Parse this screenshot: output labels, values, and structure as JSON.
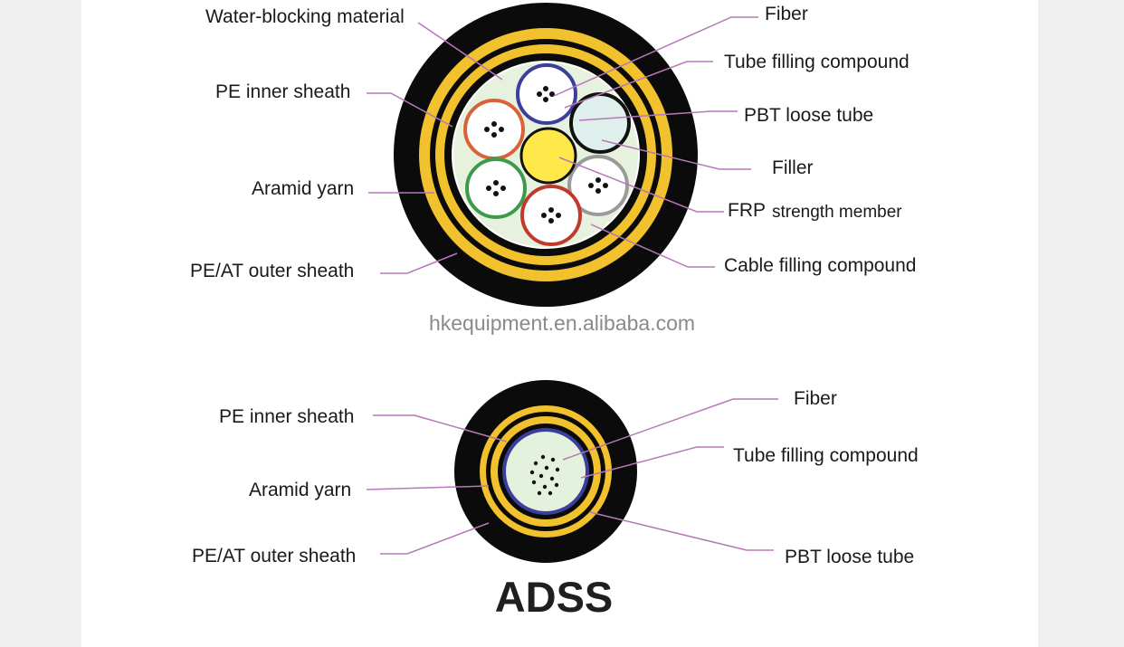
{
  "diagram_top": {
    "labels": {
      "water_blocking": "Water-blocking material",
      "pe_inner": "PE inner sheath",
      "aramid": "Aramid yarn",
      "pe_at_outer": "PE/AT outer sheath",
      "fiber": "Fiber",
      "tube_filling": "Tube filling compound",
      "pbt_loose_tube": "PBT loose tube",
      "filler": "Filler",
      "frp_prefix": "FRP",
      "frp_suffix": "strength member",
      "cable_filling": "Cable filling compound"
    }
  },
  "watermark": "hkequipment.en.alibaba.com",
  "diagram_bottom": {
    "labels": {
      "pe_inner": "PE inner sheath",
      "aramid": "Aramid yarn",
      "pe_at_outer": "PE/AT outer sheath",
      "fiber": "Fiber",
      "tube_filling": "Tube filling compound",
      "pbt_loose_tube": "PBT loose tube"
    },
    "title": "ADSS"
  },
  "colors": {
    "sheath_black": "#0b0b0b",
    "aramid_yellow": "#f2c12e",
    "tube_blue": "#3b3f9c",
    "tube_orange": "#d9623a",
    "tube_green": "#3d9a4a",
    "tube_red": "#c0392b",
    "tube_gray": "#9a9a9a",
    "tube_black": "#111111",
    "frp_yellow": "#ffe94a",
    "filling_green": "#e6f2de",
    "leader_line": "#b678b8"
  }
}
